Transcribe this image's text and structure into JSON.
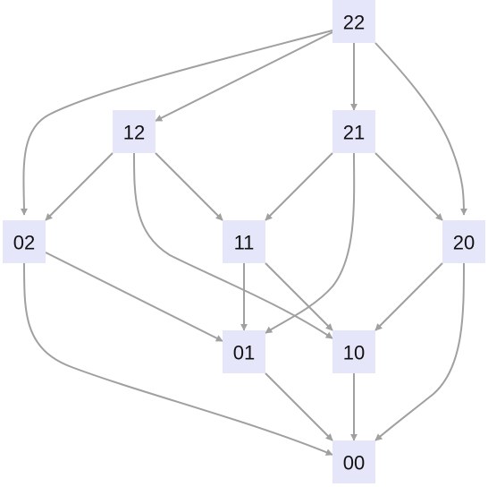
{
  "diagram": {
    "nodes": [
      {
        "id": "22",
        "label": "22"
      },
      {
        "id": "12",
        "label": "12"
      },
      {
        "id": "21",
        "label": "21"
      },
      {
        "id": "02",
        "label": "02"
      },
      {
        "id": "11",
        "label": "11"
      },
      {
        "id": "20",
        "label": "20"
      },
      {
        "id": "01",
        "label": "01"
      },
      {
        "id": "10",
        "label": "10"
      },
      {
        "id": "00",
        "label": "00"
      }
    ],
    "edges": [
      {
        "from": "22",
        "to": "12"
      },
      {
        "from": "22",
        "to": "21"
      },
      {
        "from": "22",
        "to": "02"
      },
      {
        "from": "22",
        "to": "20"
      },
      {
        "from": "12",
        "to": "02"
      },
      {
        "from": "12",
        "to": "11"
      },
      {
        "from": "12",
        "to": "10"
      },
      {
        "from": "21",
        "to": "11"
      },
      {
        "from": "21",
        "to": "20"
      },
      {
        "from": "21",
        "to": "01"
      },
      {
        "from": "02",
        "to": "01"
      },
      {
        "from": "02",
        "to": "00"
      },
      {
        "from": "11",
        "to": "01"
      },
      {
        "from": "11",
        "to": "10"
      },
      {
        "from": "20",
        "to": "10"
      },
      {
        "from": "20",
        "to": "00"
      },
      {
        "from": "01",
        "to": "00"
      },
      {
        "from": "10",
        "to": "00"
      }
    ],
    "colors": {
      "node_fill": "#e6e6fa",
      "edge": "#a0a0a0",
      "text": "#111111"
    }
  }
}
